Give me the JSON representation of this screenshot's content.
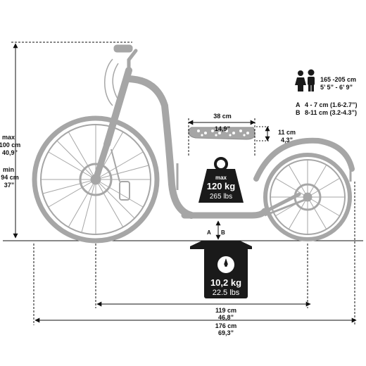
{
  "height": {
    "max_label": "max",
    "max_cm": "100 cm",
    "max_in": "40,9”",
    "min_label": "min",
    "min_cm": "94 cm",
    "min_in": "37”"
  },
  "rider": {
    "height_cm": "165 -205 cm",
    "height_ft": "5’ 5” - 6’ 9”"
  },
  "clearance": {
    "a_letter": "A",
    "a_value": "4 - 7 cm (1.6-2.7”)",
    "b_letter": "B",
    "b_value": "8-11 cm (3.2-4.3”)"
  },
  "deck": {
    "length_cm": "38 cm",
    "length_in": "14,9”",
    "width_cm": "11 cm",
    "width_in": "4,3”"
  },
  "load": {
    "label": "max",
    "kg": "120 kg",
    "lbs": "265 lbs"
  },
  "scooter_weight": {
    "kg": "10,2 kg",
    "lbs": "22.5 lbs"
  },
  "wheelbase": {
    "cm": "119 cm",
    "in": "46,8”"
  },
  "overall_length": {
    "cm": "176 cm",
    "in": "69,3”"
  },
  "ground_marks": {
    "a": "A",
    "b": "B"
  },
  "colors": {
    "frame": "#a6a6a6",
    "ink": "#111111",
    "icon": "#1a1a1a"
  }
}
